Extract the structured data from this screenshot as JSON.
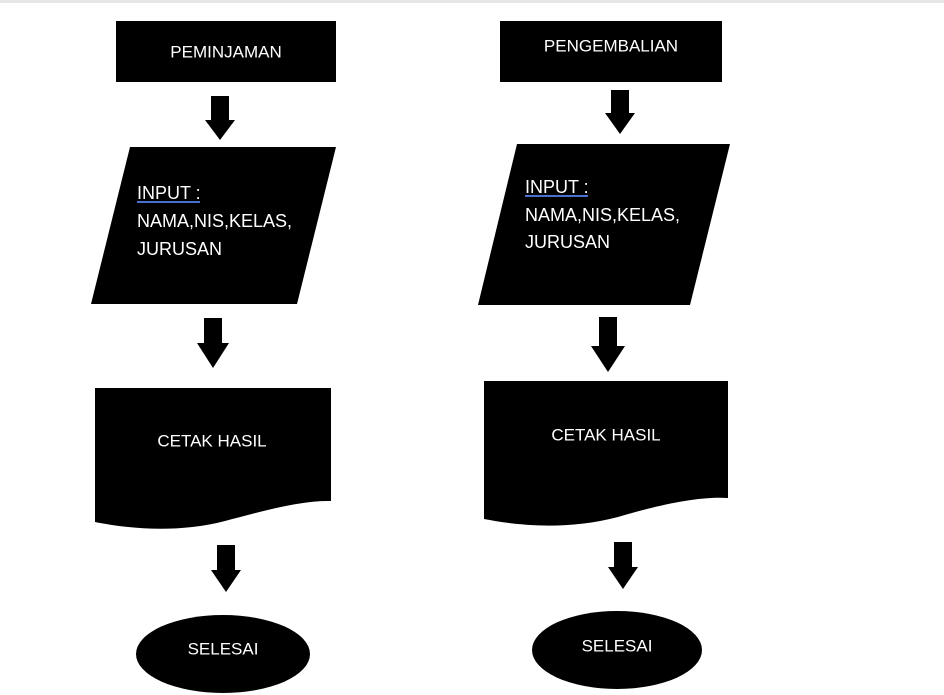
{
  "flowcharts": [
    {
      "start": "PEMINJAMAN",
      "input_header": "INPUT :",
      "input_fields": [
        "NAMA,NIS,KELAS,",
        "JURUSAN"
      ],
      "output": "CETAK HASIL",
      "end": "SELESAI"
    },
    {
      "start": "PENGEMBALIAN",
      "input_header": "INPUT :",
      "input_fields": [
        "NAMA,NIS,KELAS,",
        "JURUSAN"
      ],
      "output": "CETAK HASIL",
      "end": "SELESAI"
    }
  ],
  "colors": {
    "shape_fill": "#000000",
    "text": "#ffffff",
    "underline": "#4a6fd0",
    "background": "#ffffff"
  }
}
